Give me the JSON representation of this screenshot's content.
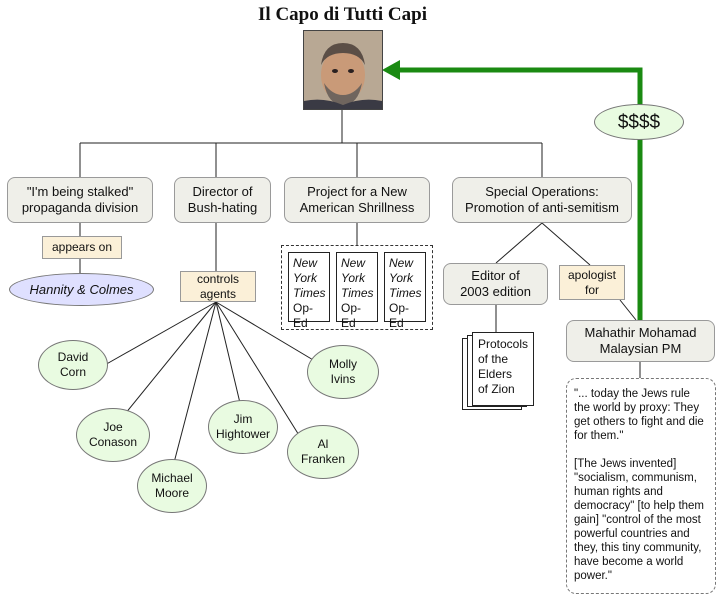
{
  "title": "Il Capo di Tutti Capi",
  "divisions": [
    {
      "label_line1": "\"I'm being stalked\"",
      "label_line2": "propaganda division"
    },
    {
      "label_line1": "Director of",
      "label_line2": "Bush-hating"
    },
    {
      "label_line1": "Project for a New",
      "label_line2": "American Shrillness"
    },
    {
      "label_line1": "Special Operations:",
      "label_line2": "Promotion of anti-semitism"
    }
  ],
  "appears_on": "appears on",
  "hannity": "Hannity & Colmes",
  "controls_agents": [
    "controls",
    "agents"
  ],
  "agents": [
    [
      "David",
      "Corn"
    ],
    [
      "Joe",
      "Conason"
    ],
    [
      "Michael",
      "Moore"
    ],
    [
      "Jim",
      "Hightower"
    ],
    [
      "Al",
      "Franken"
    ],
    [
      "Molly",
      "Ivins"
    ]
  ],
  "oped": [
    "New",
    "York",
    "Times",
    "Op-Ed"
  ],
  "editor": [
    "Editor of",
    "2003 edition"
  ],
  "protocols": [
    "Protocols",
    "of the",
    "Elders",
    "of Zion"
  ],
  "apologist": [
    "apologist",
    "for"
  ],
  "mahathir": [
    "Mahathir Mohamad",
    "Malaysian PM"
  ],
  "money": "$$$$",
  "quote_para1": "\"... today the Jews rule the world by proxy: They get others to fight and die for them.\"",
  "quote_para2": "[The Jews invented] \"socialism, communism, human rights and democracy\" [to help them gain] \"control of the most powerful countries and they, this tiny community, have become a world power.\"",
  "colors": {
    "arrow": "#1a8a12",
    "agent_fill": "#e9fbe1",
    "hannity_fill": "#dfe0ff",
    "tan_fill": "#fbf0d8",
    "box_fill": "#efefe9"
  }
}
